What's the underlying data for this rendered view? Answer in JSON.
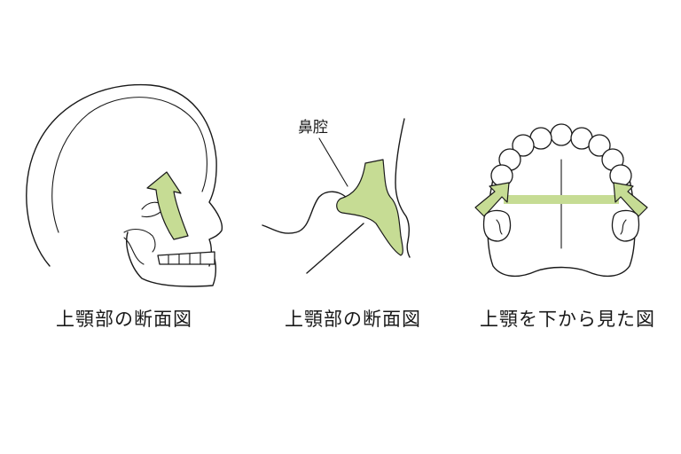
{
  "colors": {
    "highlight": "#c6dc94",
    "outline": "#1a1a1a",
    "background": "#ffffff"
  },
  "panels": [
    {
      "caption": "上顎部の断面図"
    },
    {
      "caption": "上顎部の断面図",
      "label": "鼻腔"
    },
    {
      "caption": "上顎を下から見た図"
    }
  ]
}
